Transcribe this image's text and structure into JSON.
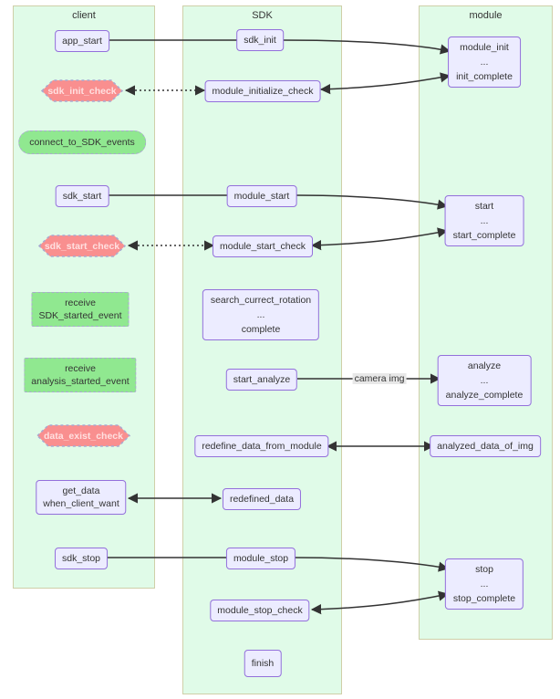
{
  "colors": {
    "node_fill": "#ECECFF",
    "node_border": "#9370DB",
    "subgraph_fill": "#e0fbe8",
    "subgraph_border": "#cfcfa8",
    "event_fill": "#90e890",
    "alert_fill": "#f98f8f",
    "alert_text": "#ffe0e0",
    "dashed_border": "#a9a9cf",
    "edge": "#333333",
    "text": "#333333",
    "edge_label_bg": "#e8e8e8"
  },
  "columns": {
    "client": {
      "title": "client",
      "nodes": {
        "app_start": {
          "label": "app_start"
        },
        "sdk_init_check": {
          "label": "sdk_init_check"
        },
        "connect_to_sdk_events": {
          "label": "connect_to_SDK_events"
        },
        "sdk_start": {
          "label": "sdk_start"
        },
        "sdk_start_check": {
          "label": "sdk_start_check"
        },
        "receive_sdk_started_event": {
          "lines": [
            "receive",
            "SDK_started_event"
          ]
        },
        "receive_analysis_started_event": {
          "lines": [
            "receive",
            "analysis_started_event"
          ]
        },
        "data_exist_check": {
          "label": "data_exist_check"
        },
        "get_data_when_client_want": {
          "lines": [
            "get_data",
            "when_client_want"
          ]
        },
        "sdk_stop": {
          "label": "sdk_stop"
        }
      }
    },
    "sdk": {
      "title": "SDK",
      "nodes": {
        "sdk_init": {
          "label": "sdk_init"
        },
        "module_initialize_check": {
          "label": "module_initialize_check"
        },
        "module_start": {
          "label": "module_start"
        },
        "module_start_check": {
          "label": "module_start_check"
        },
        "search_currect_rotation": {
          "lines": [
            "search_currect_rotation",
            "...",
            "complete"
          ]
        },
        "start_analyze": {
          "label": "start_analyze"
        },
        "redefine_data_from_module": {
          "label": "redefine_data_from_module"
        },
        "redefined_data": {
          "label": "redefined_data"
        },
        "module_stop": {
          "label": "module_stop"
        },
        "module_stop_check": {
          "label": "module_stop_check"
        },
        "finish": {
          "label": "finish"
        }
      }
    },
    "module": {
      "title": "module",
      "nodes": {
        "module_init": {
          "lines": [
            "module_init",
            "...",
            "init_complete"
          ]
        },
        "start": {
          "lines": [
            "start",
            "...",
            "start_complete"
          ]
        },
        "analyze": {
          "lines": [
            "analyze",
            "...",
            "analyze_complete"
          ]
        },
        "analyzed_data_of_img": {
          "label": "analyzed_data_of_img"
        },
        "stop": {
          "lines": [
            "stop",
            "...",
            "stop_complete"
          ]
        }
      }
    }
  },
  "edge_labels": {
    "camera": "camera img"
  }
}
